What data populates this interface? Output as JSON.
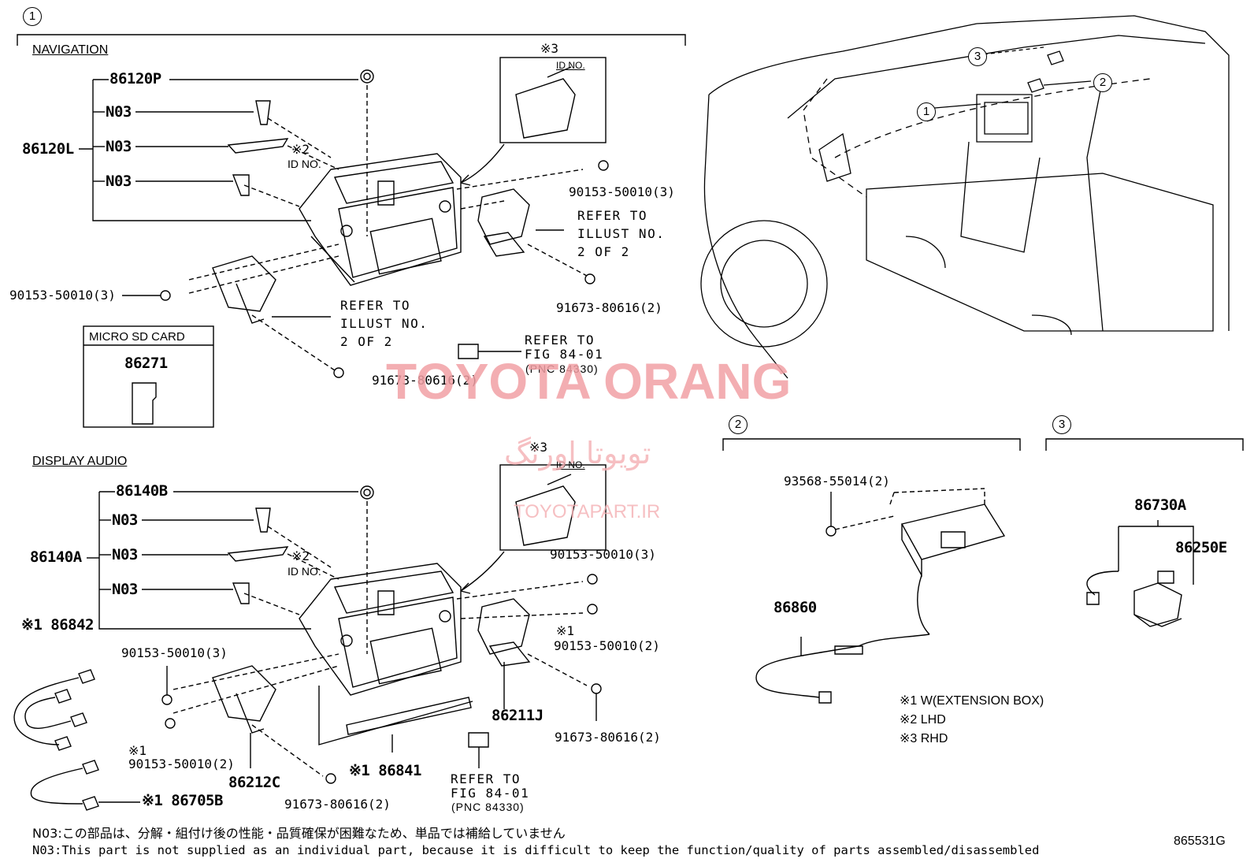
{
  "sections": {
    "s1": {
      "num": "1",
      "navigation_label": "NAVIGATION",
      "display_audio_label": "DISPLAY AUDIO"
    },
    "s2": {
      "num": "2"
    },
    "s3": {
      "num": "3"
    }
  },
  "navigation": {
    "p86120P": "86120P",
    "n03a": "N03",
    "n03b": "N03",
    "n03c": "N03",
    "p86120L": "86120L",
    "mark2": "※2",
    "idno": "ID NO.",
    "mark3": "※3",
    "idno3": "ID NO.",
    "b90153_right": "90153-50010(3)",
    "b90153_left": "90153-50010(3)",
    "refer_right": "REFER TO\nILLUST NO.\n2 OF 2",
    "refer_left": "REFER TO\nILLUST NO.\n2 OF 2",
    "b91673_right": "91673-80616(2)",
    "b91673_bottom": "91673-80616(2)",
    "refer_fig": "REFER TO\nFIG 84-01",
    "pnc": "(PNC 84330)",
    "micro_sd_label": "MICRO SD CARD",
    "p86271": "86271"
  },
  "display_audio": {
    "p86140B": "86140B",
    "n03a": "N03",
    "n03b": "N03",
    "n03c": "N03",
    "p86140A": "86140A",
    "mark2": "※2",
    "idno": "ID NO.",
    "mark3": "※3",
    "idno3": "ID NO.",
    "b90153_top": "90153-50010(3)",
    "mark1_a": "※1",
    "b90153_right2": "90153-50010(2)",
    "b90153_left3": "90153-50010(3)",
    "mark1_b": "※1",
    "b90153_left2": "90153-50010(2)",
    "p86842": "※1 86842",
    "p86705B": "※1 86705B",
    "p86212C": "86212C",
    "p86841": "※1 86841",
    "p86211J": "86211J",
    "b91673_right": "91673-80616(2)",
    "b91673_bottom": "91673-80616(2)",
    "refer_fig": "REFER TO\nFIG 84-01",
    "pnc": "(PNC 84330)"
  },
  "extension_box": {
    "b93568": "93568-55014(2)",
    "p86860": "86860"
  },
  "camera": {
    "p86730A": "86730A",
    "p86250E": "86250E"
  },
  "vehicle_callouts": [
    "3",
    "2",
    "1"
  ],
  "legend": [
    "※1 W(EXTENSION BOX)",
    "※2 LHD",
    "※3 RHD"
  ],
  "notes": {
    "jp": "N03:この部品は、分解・組付け後の性能・品質確保が困難なため、単品では補給していません",
    "en": "N03:This part is not supplied as an individual part, because it is difficult to keep the function/quality of parts assembled/disassembled"
  },
  "figure_code": "865531G",
  "watermark": {
    "main": "TOYOTA ORANG",
    "persian": "تویوتا اورنگ",
    "url": "TOYOTAPART.IR"
  }
}
